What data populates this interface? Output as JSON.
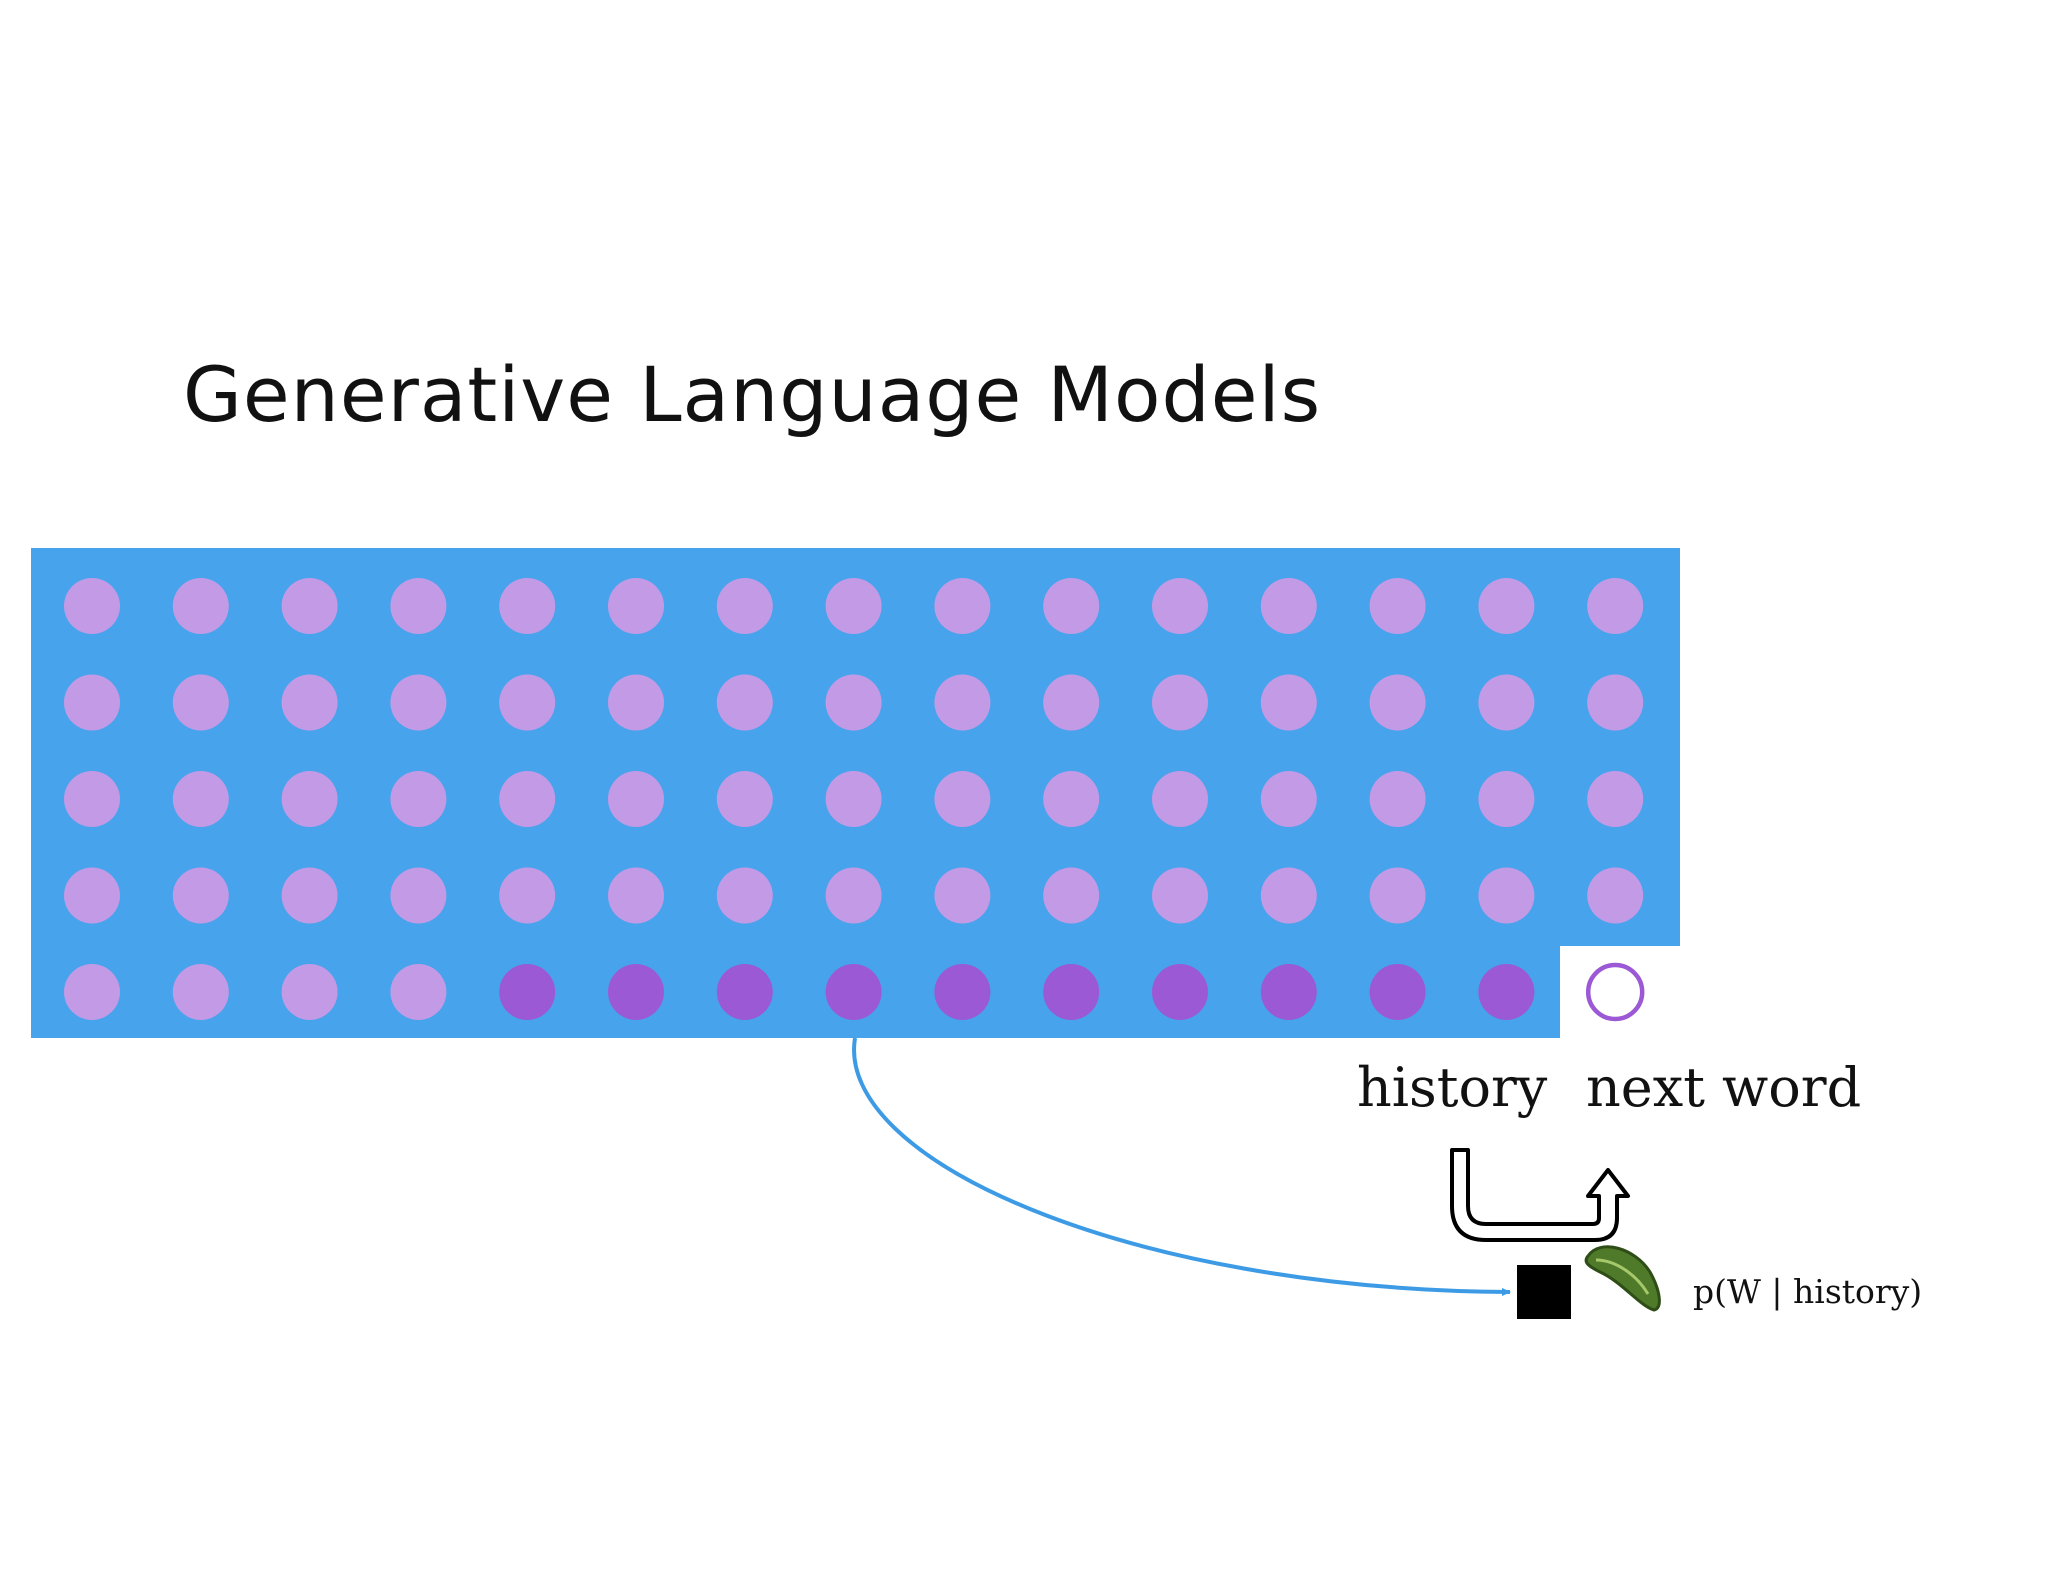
{
  "title": "Generative Language Models",
  "labels": {
    "history": "history",
    "next_word": "next word",
    "probability": "p(W | history)"
  },
  "grid": {
    "rows": 5,
    "cols": 15,
    "highlighted_row": 5,
    "highlighted_from_col": 5,
    "highlighted_to_col": 14,
    "next_word_col": 15
  },
  "icons": {
    "token_square": "black-square-icon",
    "pickle": "pickle-icon",
    "transition_arrow": "u-turn-arrow-icon"
  },
  "colors": {
    "panel": "#47a3ec",
    "dot": "#c39ae6",
    "dot_history": "#9b59d5",
    "next_word_ring": "#9b59d5",
    "connector": "#3d9be6",
    "text": "#111111"
  }
}
